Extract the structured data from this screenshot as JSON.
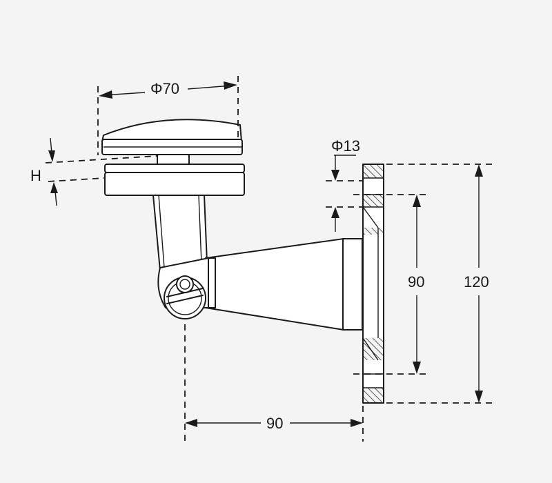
{
  "dimensions": {
    "top_diameter": "Φ70",
    "gap_height": "H",
    "hole_diameter": "Φ13",
    "hole_spacing": "90",
    "plate_height": "120",
    "horizontal_offset": "90"
  },
  "colors": {
    "background": "#f4f4f4",
    "line": "#1a1a1a",
    "fill": "#ffffff"
  }
}
